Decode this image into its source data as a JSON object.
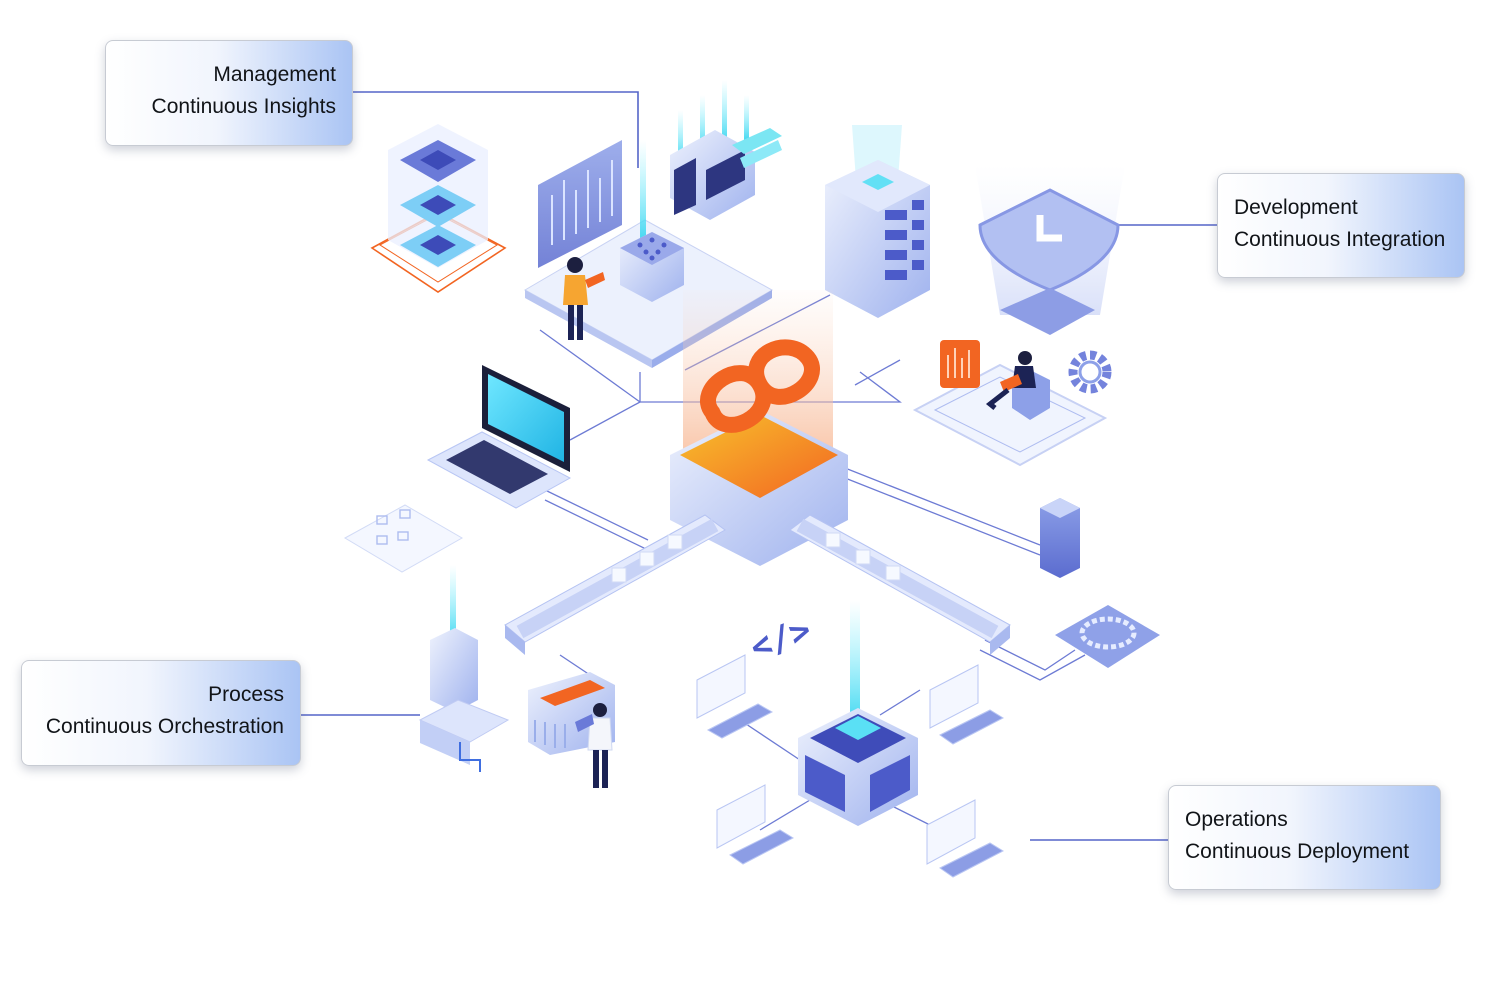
{
  "labels": {
    "management": {
      "title": "Management",
      "subtitle": "Continuous Insights"
    },
    "development": {
      "title": "Development",
      "subtitle": "Continuous Integration"
    },
    "process": {
      "title": "Process",
      "subtitle": "Continuous Orchestration"
    },
    "operations": {
      "title": "Operations",
      "subtitle": "Continuous Deployment"
    }
  },
  "center_glyph": "</>",
  "colors": {
    "accent_orange": "#f26522",
    "accent_orange_light": "#f8a431",
    "primary_blue": "#4c5bc9",
    "light_blue": "#c6d3f5",
    "cyan": "#3dd7f0",
    "connector": "#5565c8",
    "label_gradient_end": "#aac4f4"
  },
  "icons": [
    "infinity-icon",
    "server-rack-icon",
    "database-icon",
    "laptop-icon",
    "shield-check-icon",
    "gear-icon",
    "monitor-icon",
    "code-icon",
    "router-icon",
    "person-icon",
    "bar-chart-icon"
  ]
}
